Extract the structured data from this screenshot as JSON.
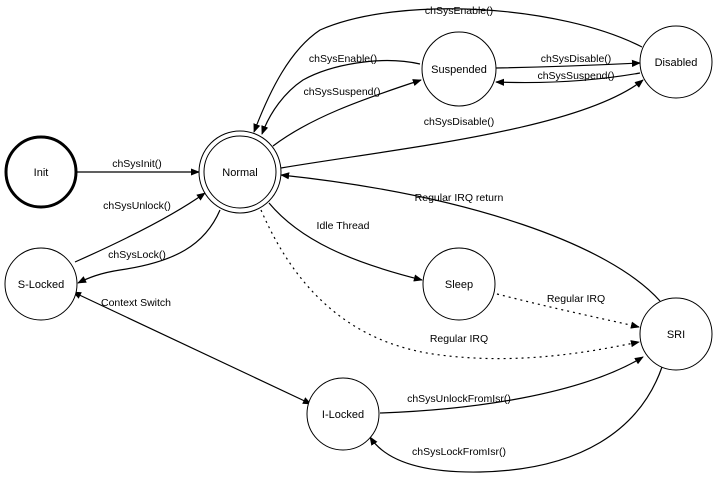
{
  "diagram": {
    "states": {
      "init": "Init",
      "normal": "Normal",
      "suspended": "Suspended",
      "disabled": "Disabled",
      "s_locked": "S-Locked",
      "i_locked": "I-Locked",
      "sleep": "Sleep",
      "sri": "SRI"
    },
    "transitions": {
      "init_normal": "chSysInit()",
      "disabled_normal": "chSysEnable()",
      "suspended_normal": "chSysEnable()",
      "normal_suspended": "chSysSuspend()",
      "suspended_disabled": "chSysDisable()",
      "disabled_suspended": "chSysSuspend()",
      "normal_disabled": "chSysDisable()",
      "slocked_normal": "chSysUnlock()",
      "normal_slocked": "chSysLock()",
      "context_switch": "Context Switch",
      "normal_sleep": "Idle Thread",
      "sri_normal": "Regular IRQ return",
      "sleep_sri": "Regular IRQ",
      "normal_sri": "Regular IRQ",
      "ilocked_sri": "chSysUnlockFromIsr()",
      "sri_ilocked": "chSysLockFromIsr()"
    }
  }
}
